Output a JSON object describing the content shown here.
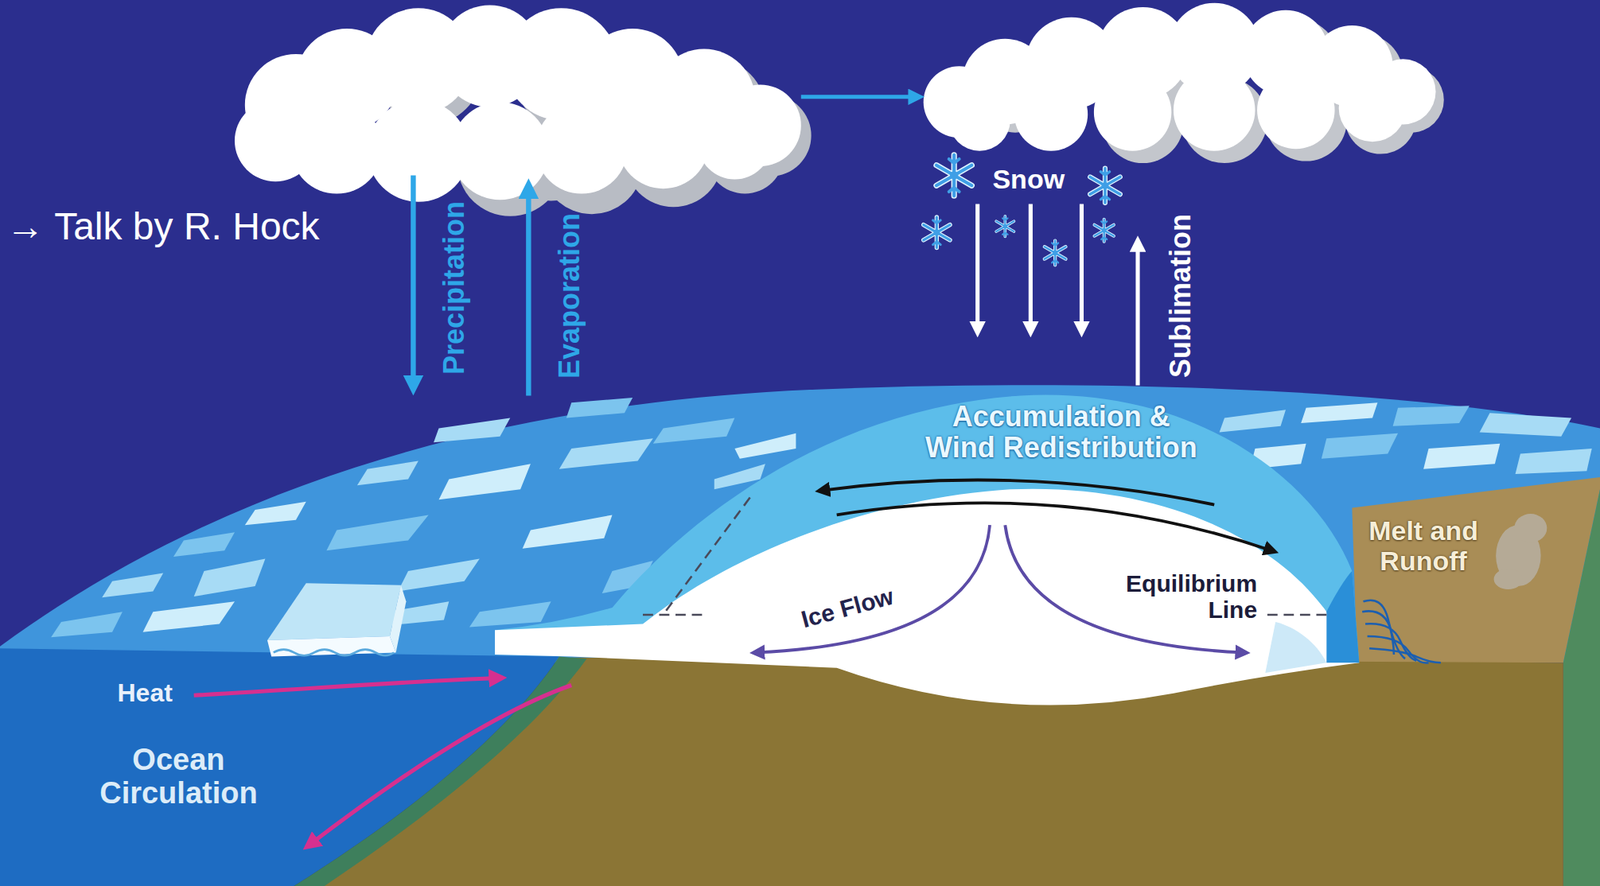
{
  "diagram": {
    "labels": [
      "→ Talk by R. Hock",
      "Precipitation",
      "Evaporation",
      "Snow",
      "Sublimation",
      "Accumulation & Wind Redistribution",
      "Ice Flow",
      "Equilibrium Line",
      "Melt and Runoff",
      "Heat",
      "Ocean Circulation"
    ]
  }
}
